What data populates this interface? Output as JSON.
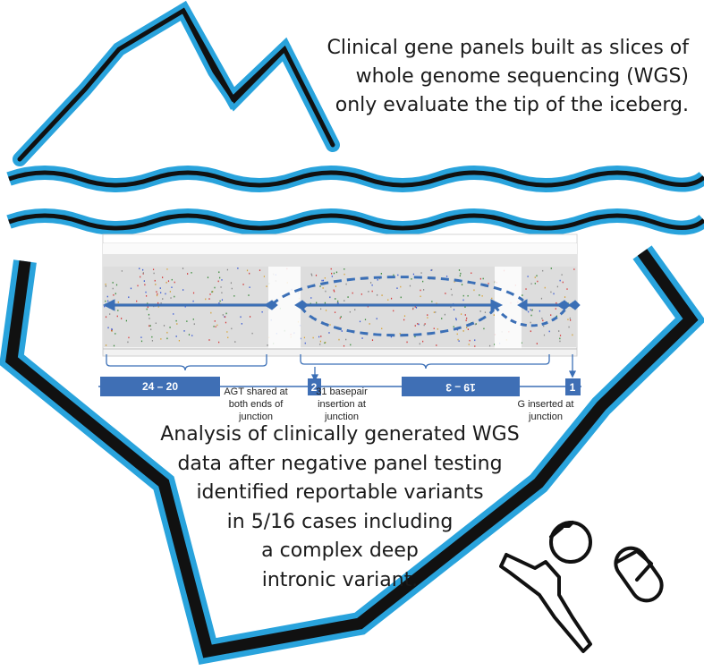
{
  "captions": {
    "top": [
      "Clinical gene panels built as slices of",
      "whole genome sequencing (WGS)",
      "only evaluate the tip of the iceberg."
    ],
    "bottom": [
      "Analysis of clinically generated WGS",
      "data after negative panel testing",
      "identified reportable variants",
      "in 5/16 cases including",
      "a complex deep",
      "intronic variant."
    ]
  },
  "gene_diagram": {
    "exons": {
      "left_block": "24 – 20",
      "small_2": "2",
      "mid_block": "19 – 3",
      "small_1": "1"
    },
    "annotations": {
      "agt": [
        "AGT shared at",
        "both ends of",
        "junction"
      ],
      "insertion": [
        "31 basepair",
        "insertion at",
        "junction"
      ],
      "g_inserted": [
        "G inserted at",
        "junction"
      ]
    }
  },
  "colors": {
    "accent_blue": "#29a3dc",
    "outline_black": "#111111",
    "diagram_blue": "#3b6fb6",
    "block_blue": "#3f6fb5"
  },
  "icons": {
    "iceberg": "iceberg-outline-icon",
    "waves": "water-wave-icon",
    "swimmer": "swimmer-icon"
  }
}
